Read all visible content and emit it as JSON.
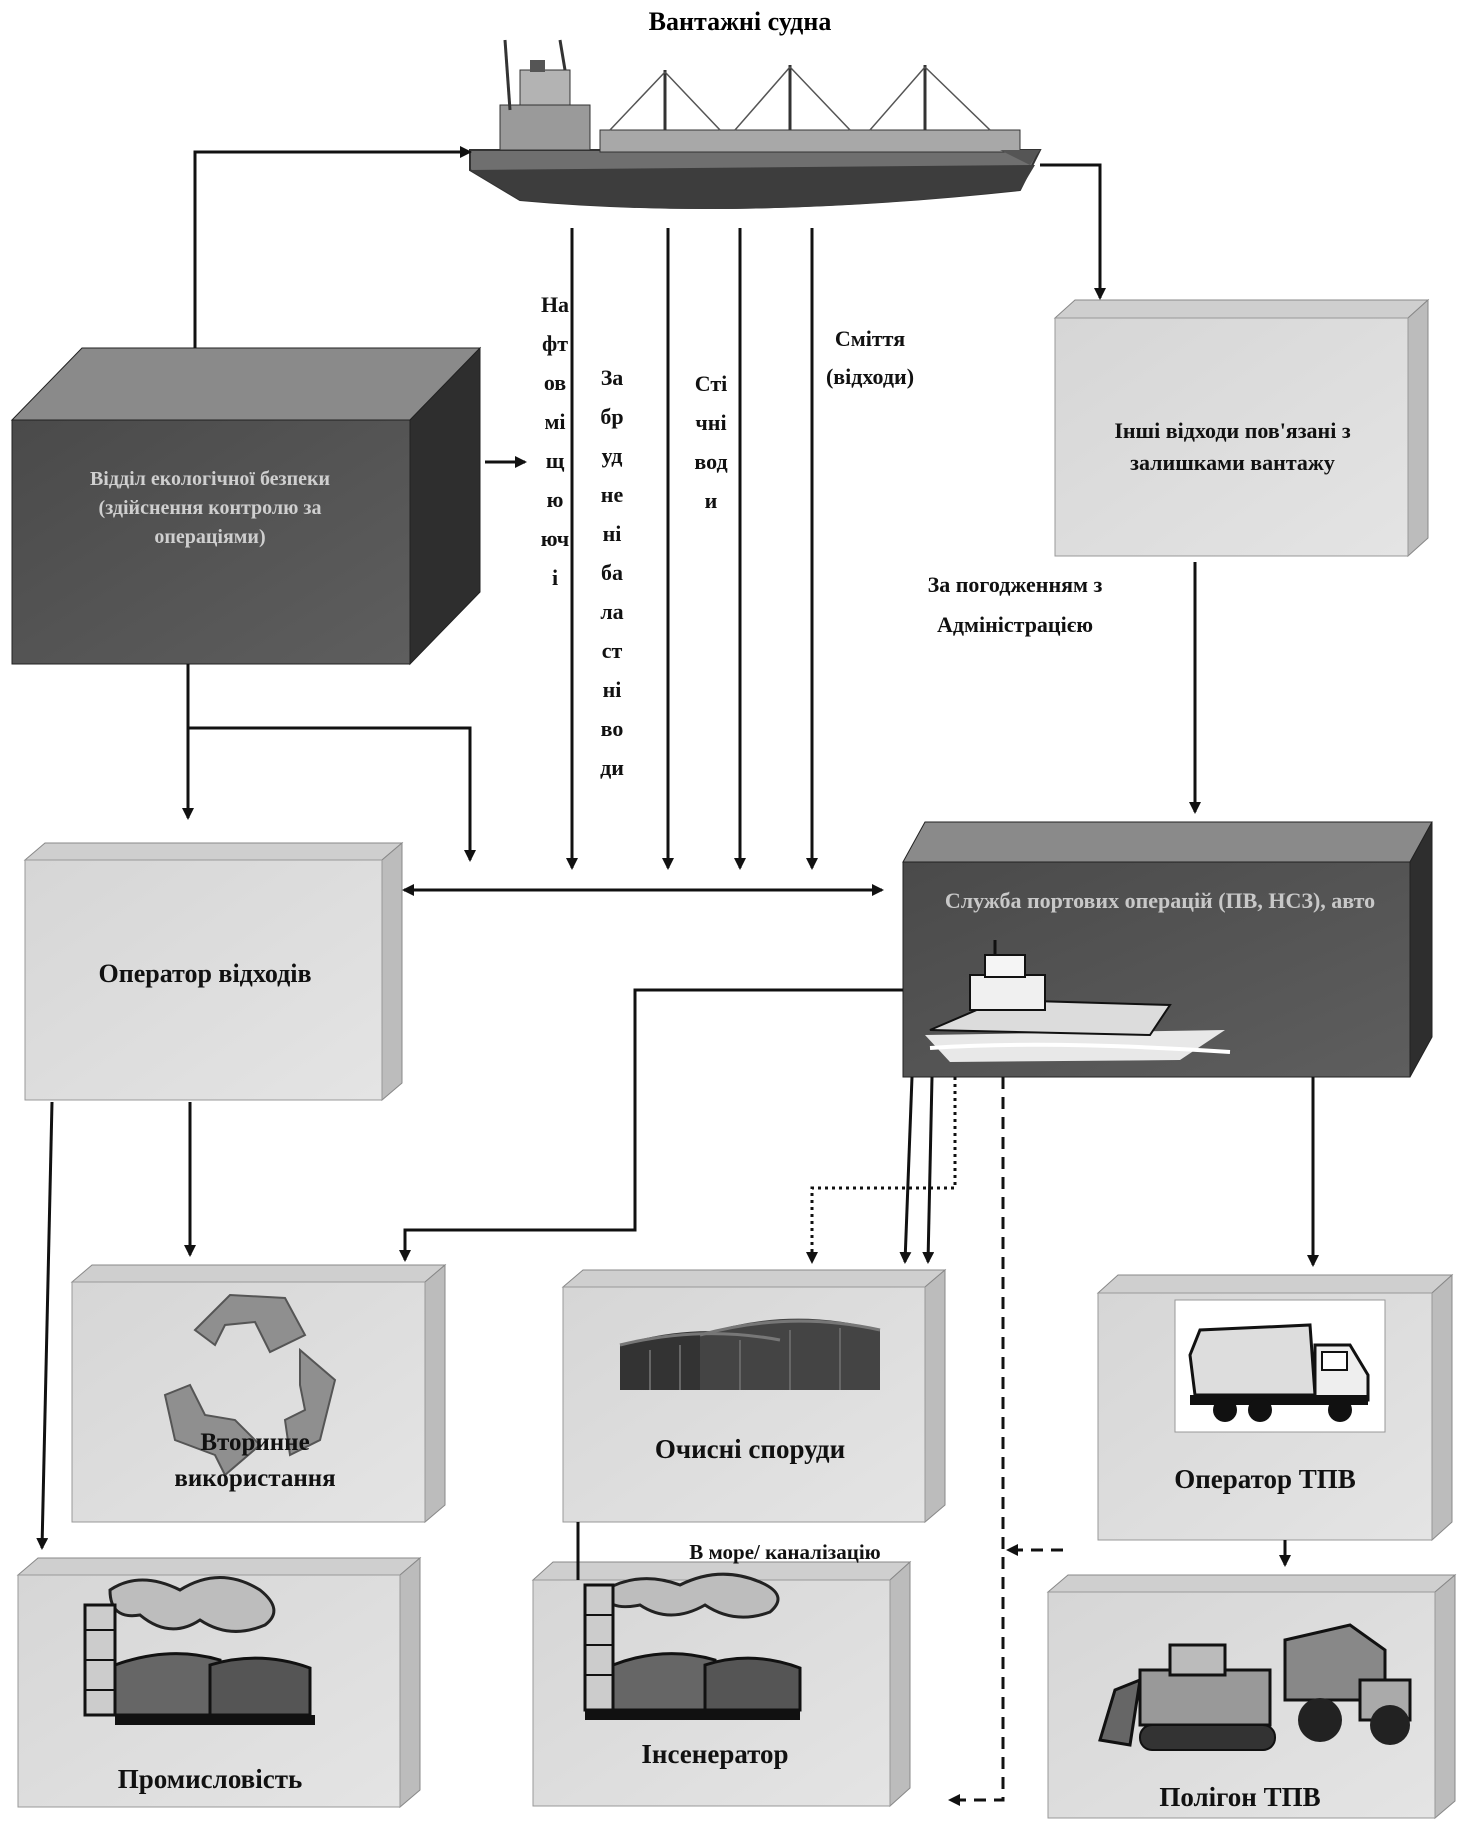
{
  "diagram": {
    "title": "Вантажні судна",
    "flows": {
      "oily": [
        "На",
        "фт",
        "ов",
        "мі",
        "щ",
        "ю",
        "юч",
        "і"
      ],
      "ballast": [
        "За",
        "бр",
        "уд",
        "не",
        "ні",
        "ба",
        "ла",
        "ст",
        "ні",
        "во",
        "ди"
      ],
      "sewage": [
        "Сті",
        "чні",
        "вод",
        "и"
      ],
      "garbage": "Сміття (відходи)"
    },
    "agreement_note": "За погодженням з Адміністрацією",
    "sea_note": "В море/ каналізацію",
    "boxes": {
      "ecology": "Відділ екологічної безпеки (здійснення контролю за операціями)",
      "other_waste": "Інші відходи пов'язані з залишками вантажу",
      "waste_operator": "Оператор відходів",
      "port_service": "Служба портових операцій (ПВ, НСЗ), авто",
      "recycling": "Вторинне використання",
      "treatment": "Очисні споруди",
      "msw_operator": "Оператор ТПВ",
      "industry": "Промисловість",
      "incinerator": "Інсенератор",
      "landfill": "Полігон ТПВ"
    }
  }
}
